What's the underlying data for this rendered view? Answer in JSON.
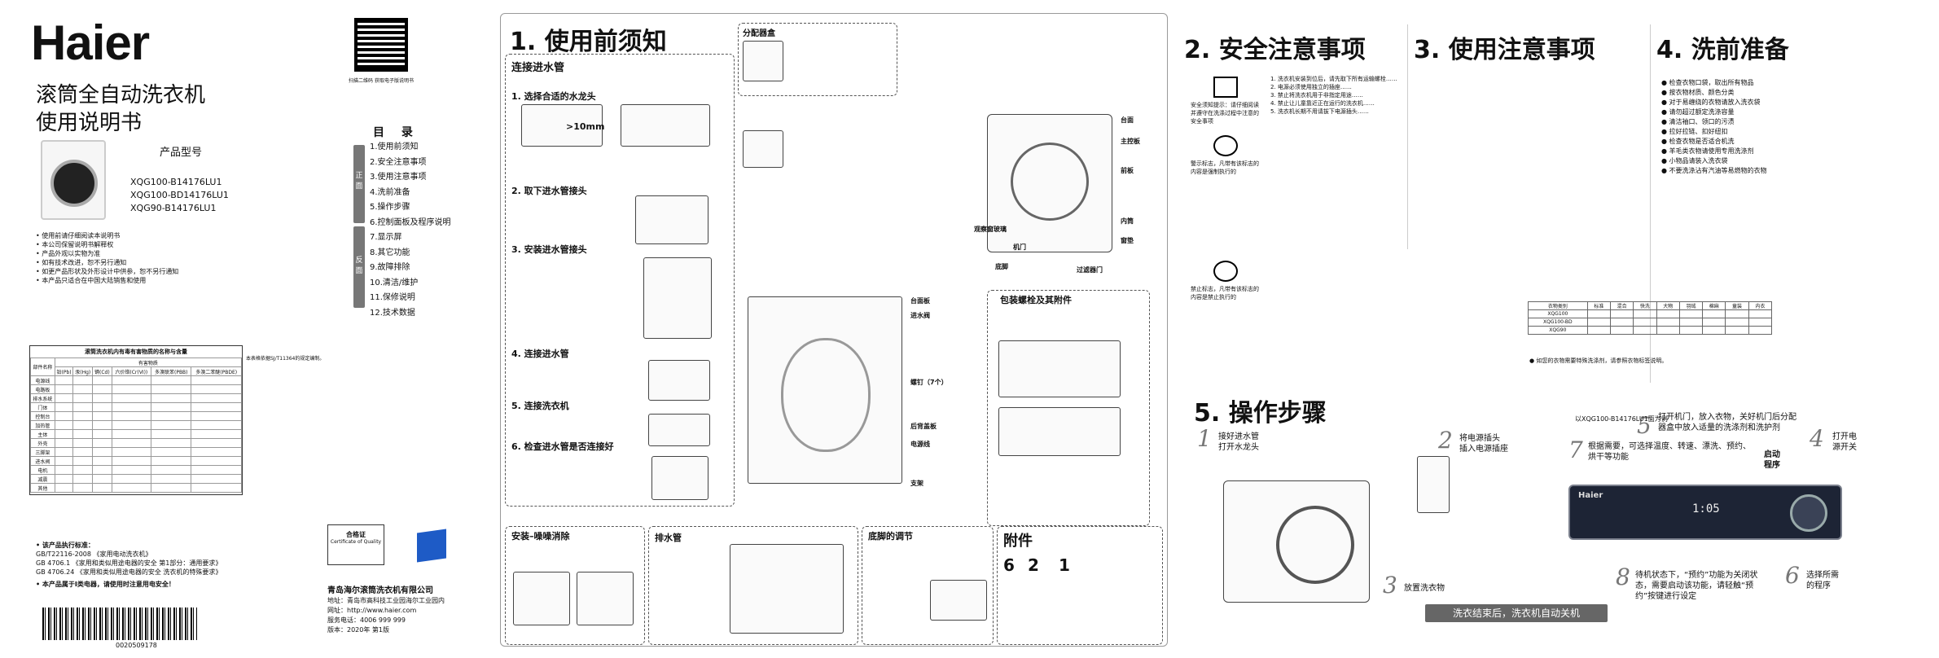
{
  "cover": {
    "brand": "Haier",
    "qr_caption": "扫描二维码 获取电子版说明书",
    "title_line1": "滚筒全自动洗衣机",
    "title_line2": "使用说明书",
    "model_label": "产品型号",
    "models": [
      "XQG100-B14176LU1",
      "XQG100-BD14176LU1",
      "XQG90-B14176LU1"
    ],
    "toc_title": "目 录",
    "toc_front_tab": "正面",
    "toc_back_tab": "反面",
    "toc": [
      "1.使用前须知",
      "2.安全注意事项",
      "3.使用注意事项",
      "4.洗前准备",
      "5.操作步骤",
      "6.控制面板及程序说明",
      "7.显示屏",
      "8.其它功能",
      "9.故障排除",
      "10.清洁/维护",
      "11.保修说明",
      "12.技术数据"
    ],
    "notes": [
      "• 使用前请仔细阅读本说明书",
      "• 本公司保留说明书解释权",
      "• 产品外观以实物为准",
      "• 如有技术改进，恕不另行通知",
      "• 如更产品形状及外形设计中供参，恕不另行通知",
      "• 本产品只适合在中国大陆销售和使用"
    ],
    "table_title": "滚筒洗衣机内有毒有害物质的名称与含量",
    "table_col_header": "部件名称",
    "table_sub_header": "有害物质",
    "table_cols": [
      "铅(Pb)",
      "汞(Hg)",
      "镉(Cd)",
      "六价铬(Cr(VI))",
      "多溴联苯(PBB)",
      "多溴二苯醚(PBDE)"
    ],
    "table_rows": [
      "电源线",
      "电路板",
      "排水系统",
      "门体",
      "控制台",
      "加热管",
      "主体",
      "外壳",
      "三脚架",
      "进水阀",
      "电机",
      "减震",
      "其他"
    ],
    "table_note": "本表格依据SJ/T11364的规定编制。",
    "std_title": "• 该产品执行标准：",
    "standards": [
      "GB/T22116-2008 《家用电动洗衣机》",
      "GB 4706.1 《家用和类似用途电器的安全 第1部分：通用要求》",
      "GB 4706.24 《家用和类似用途电器的安全 洗衣机的特殊要求》"
    ],
    "save_note": "• 本产品属于Ⅰ类电器，请使用时注意用电安全！",
    "barcode_num": "0020509178",
    "cert_title": "合格证",
    "cert_sub": "Certificate of Quality",
    "company": "青岛海尔滚筒洗衣机有限公司",
    "address": "地址：青岛市高科技工业园海尔工业园内",
    "website": "网址：http://www.haier.com",
    "hotline": "服务电话：4006 999 999",
    "version": "版本：2020年 第1版"
  },
  "section1": {
    "heading": "1. 使用前须知",
    "water_title": "连接进水管",
    "steps": [
      {
        "label": "1. 选择合适的水龙头"
      },
      {
        "label": "2. 取下进水管接头"
      },
      {
        "label": "3. 安装进水管接头"
      },
      {
        "label": "4. 连接进水管"
      },
      {
        "label": "5. 连接洗衣机"
      },
      {
        "label": "6. 检查进水管是否连接好"
      }
    ],
    "faucet_spec": ">10mm",
    "dispenser_title": "分配器盒",
    "callouts": [
      "台面",
      "主控板",
      "前板",
      "内筒",
      "窗垫",
      "观察窗玻璃",
      "机门",
      "底脚",
      "过滤器门"
    ],
    "back_callouts": [
      "台面板",
      "进水阀",
      "螺钉（7个）",
      "后背盖板",
      "电源线",
      "支架"
    ],
    "pack_title": "包装螺栓及其附件",
    "level_title": "安装–噪噪消除",
    "drain_title": "排水管",
    "foot_title": "底脚的调节",
    "accessories_title": "附件",
    "accessories_items": [
      "6",
      "2",
      "1"
    ]
  },
  "section2": {
    "heading": "2. 安全注意事项",
    "warnings": [
      "安全须知提示：请仔细阅读并遵守在洗涤过程中注意的安全事项",
      "警示标志，凡带有该标志的内容是强制执行的",
      "禁止标志，凡带有该标志的内容是禁止执行的"
    ],
    "rules": [
      "1. 洗衣机安装到位后，请先取下所有运输螺栓……",
      "2. 电源必须使用独立的插座……",
      "3. 禁止将洗衣机用于非指定用途……",
      "4. 禁止让儿童靠近正在运行的洗衣机……",
      "5. 洗衣机长期不用请拔下电源插头……"
    ]
  },
  "section3": {
    "heading": "3. 使用注意事项",
    "table_headers": [
      "衣物类别",
      "标准",
      "混合",
      "快洗",
      "大物",
      "羽绒",
      "棉麻",
      "童装",
      "内衣"
    ],
    "table_rows": [
      "XQG100",
      "XQG100-BD",
      "XQG90"
    ],
    "footnote": "● 如您的衣物需要特殊洗涤剂，请参照衣物标签说明。"
  },
  "section4": {
    "heading": "4. 洗前准备",
    "items": [
      "● 检查衣物口袋，取出所有物品",
      "● 按衣物材质、颜色分类",
      "● 对于易缠绕的衣物请放入洗衣袋",
      "● 请勿超过额定洗涤容量",
      "● 清洁袖口、领口的污渍",
      "● 拉好拉链、扣好纽扣",
      "● 检查衣物是否适合机洗",
      "● 羊毛类衣物请使用专用洗涤剂",
      "● 小物品请装入洗衣袋",
      "● 不要洗涤沾有汽油等易燃物的衣物"
    ]
  },
  "section5": {
    "heading": "5. 操作步骤",
    "model_note": "以XQG100-B14176LU1面为例",
    "steps": [
      {
        "num": "1",
        "text": "接好进水管\n打开水龙头"
      },
      {
        "num": "2",
        "text": "将电源插头\n插入电源插座"
      },
      {
        "num": "3",
        "text": "放置洗衣物"
      },
      {
        "num": "4",
        "text": "打开电\n源开关"
      },
      {
        "num": "5",
        "text": "打开机门，放入衣物，关好机门后分配器盒中放入适量的洗涤剂和洗护剂"
      },
      {
        "num": "6",
        "text": "选择所需\n的程序"
      },
      {
        "num": "7",
        "text": "根据需要，可选择温度、转速、漂洗、预约、\n烘干等功能"
      },
      {
        "num": "8",
        "text": "待机状态下，“预约”功能为关闭状态，需要启动该功能，请轻触“预约”按键进行设定"
      }
    ],
    "start_label": "启动\n程序",
    "banner": "洗衣结束后，洗衣机自动关机",
    "display_brand": "Haier",
    "display_digits": "1:05"
  }
}
